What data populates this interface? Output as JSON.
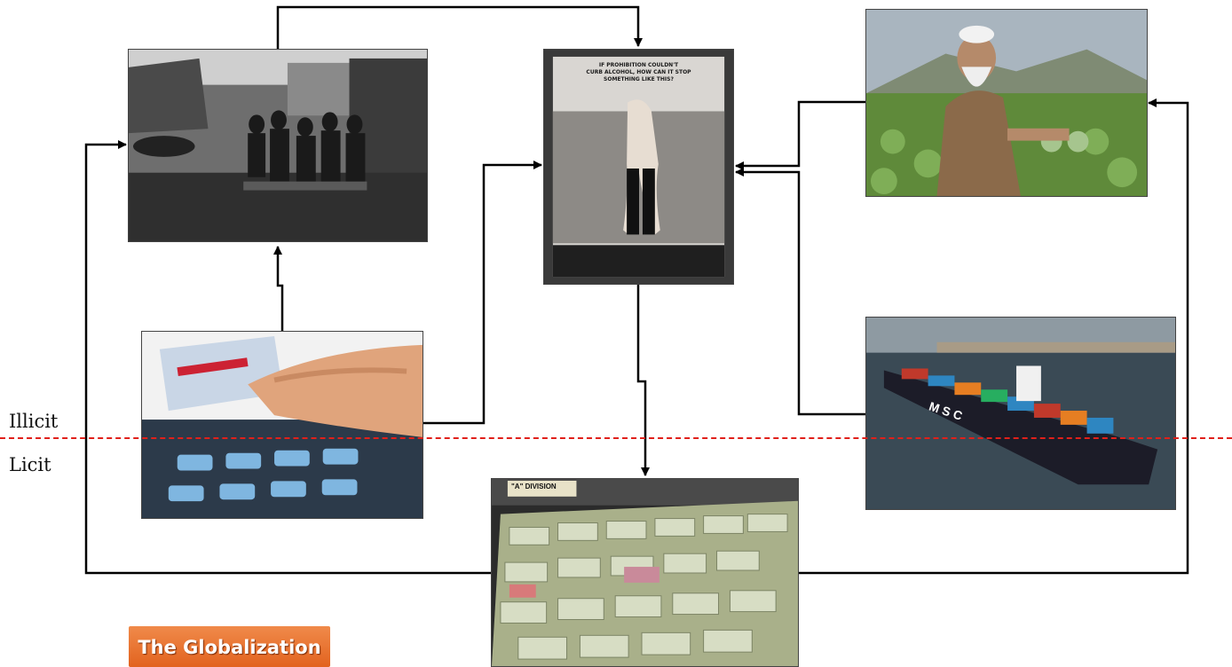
{
  "labels": {
    "illicit": "Illicit",
    "licit": "Licit"
  },
  "poster": {
    "line1": "IF PROHIBITION COULDN'T",
    "line2": "CURB ALCOHOL, HOW CAN IT STOP",
    "line3": "SOMETHING LIKE THIS?"
  },
  "cash": {
    "sign": "\"A\" DIVISION",
    "ship_text": "M S C"
  },
  "logo": {
    "text": "The Globalization"
  },
  "colors": {
    "boundary_line": "#e0201a",
    "connector": "#000000",
    "logo_bg": "#e2631f"
  }
}
